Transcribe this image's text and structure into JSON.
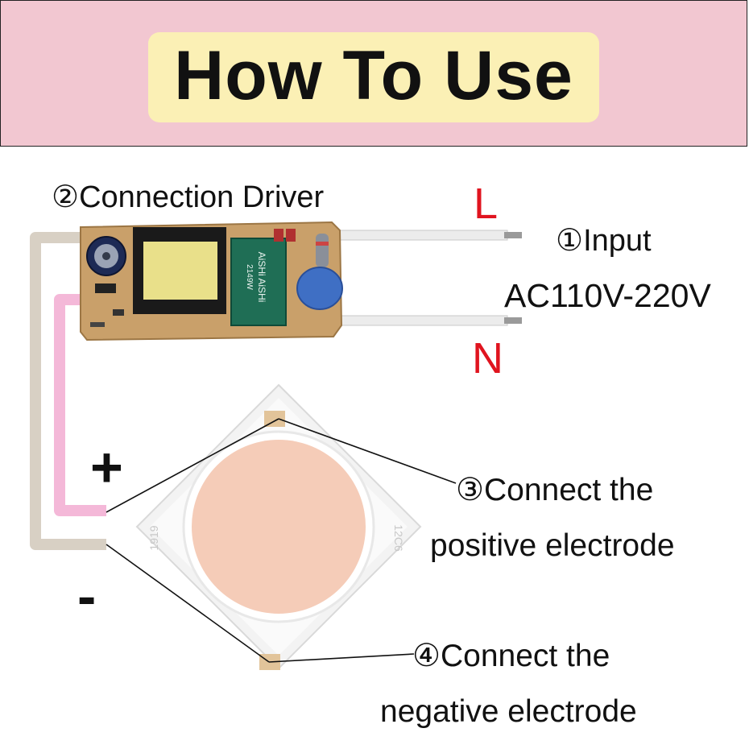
{
  "header": {
    "title": "How To Use"
  },
  "labels": {
    "driver": "②Connection Driver",
    "live": "L",
    "neutral": "N",
    "input": "①Input",
    "voltage": "AC110V-220V",
    "plus": "+",
    "minus": "-",
    "positive_line1": "③Connect the",
    "positive_line2": "positive electrode",
    "negative_line1": "④Connect the",
    "negative_line2": "negative electrode"
  },
  "board_marks": {
    "cap_line1": "AiSHi AiSHi",
    "cap_line2": "2149W",
    "chip_left": "1919",
    "chip_right": "12C6"
  },
  "colors": {
    "header_bg": "#f2c7d1",
    "title_highlight": "#fbf0b5",
    "line_label_red": "#e0141f",
    "positive_wire": "#f4b8d8",
    "negative_wire": "#d8d0c4",
    "led_phosphor": "#f5ccb8",
    "pcb": "#c9a06a"
  }
}
